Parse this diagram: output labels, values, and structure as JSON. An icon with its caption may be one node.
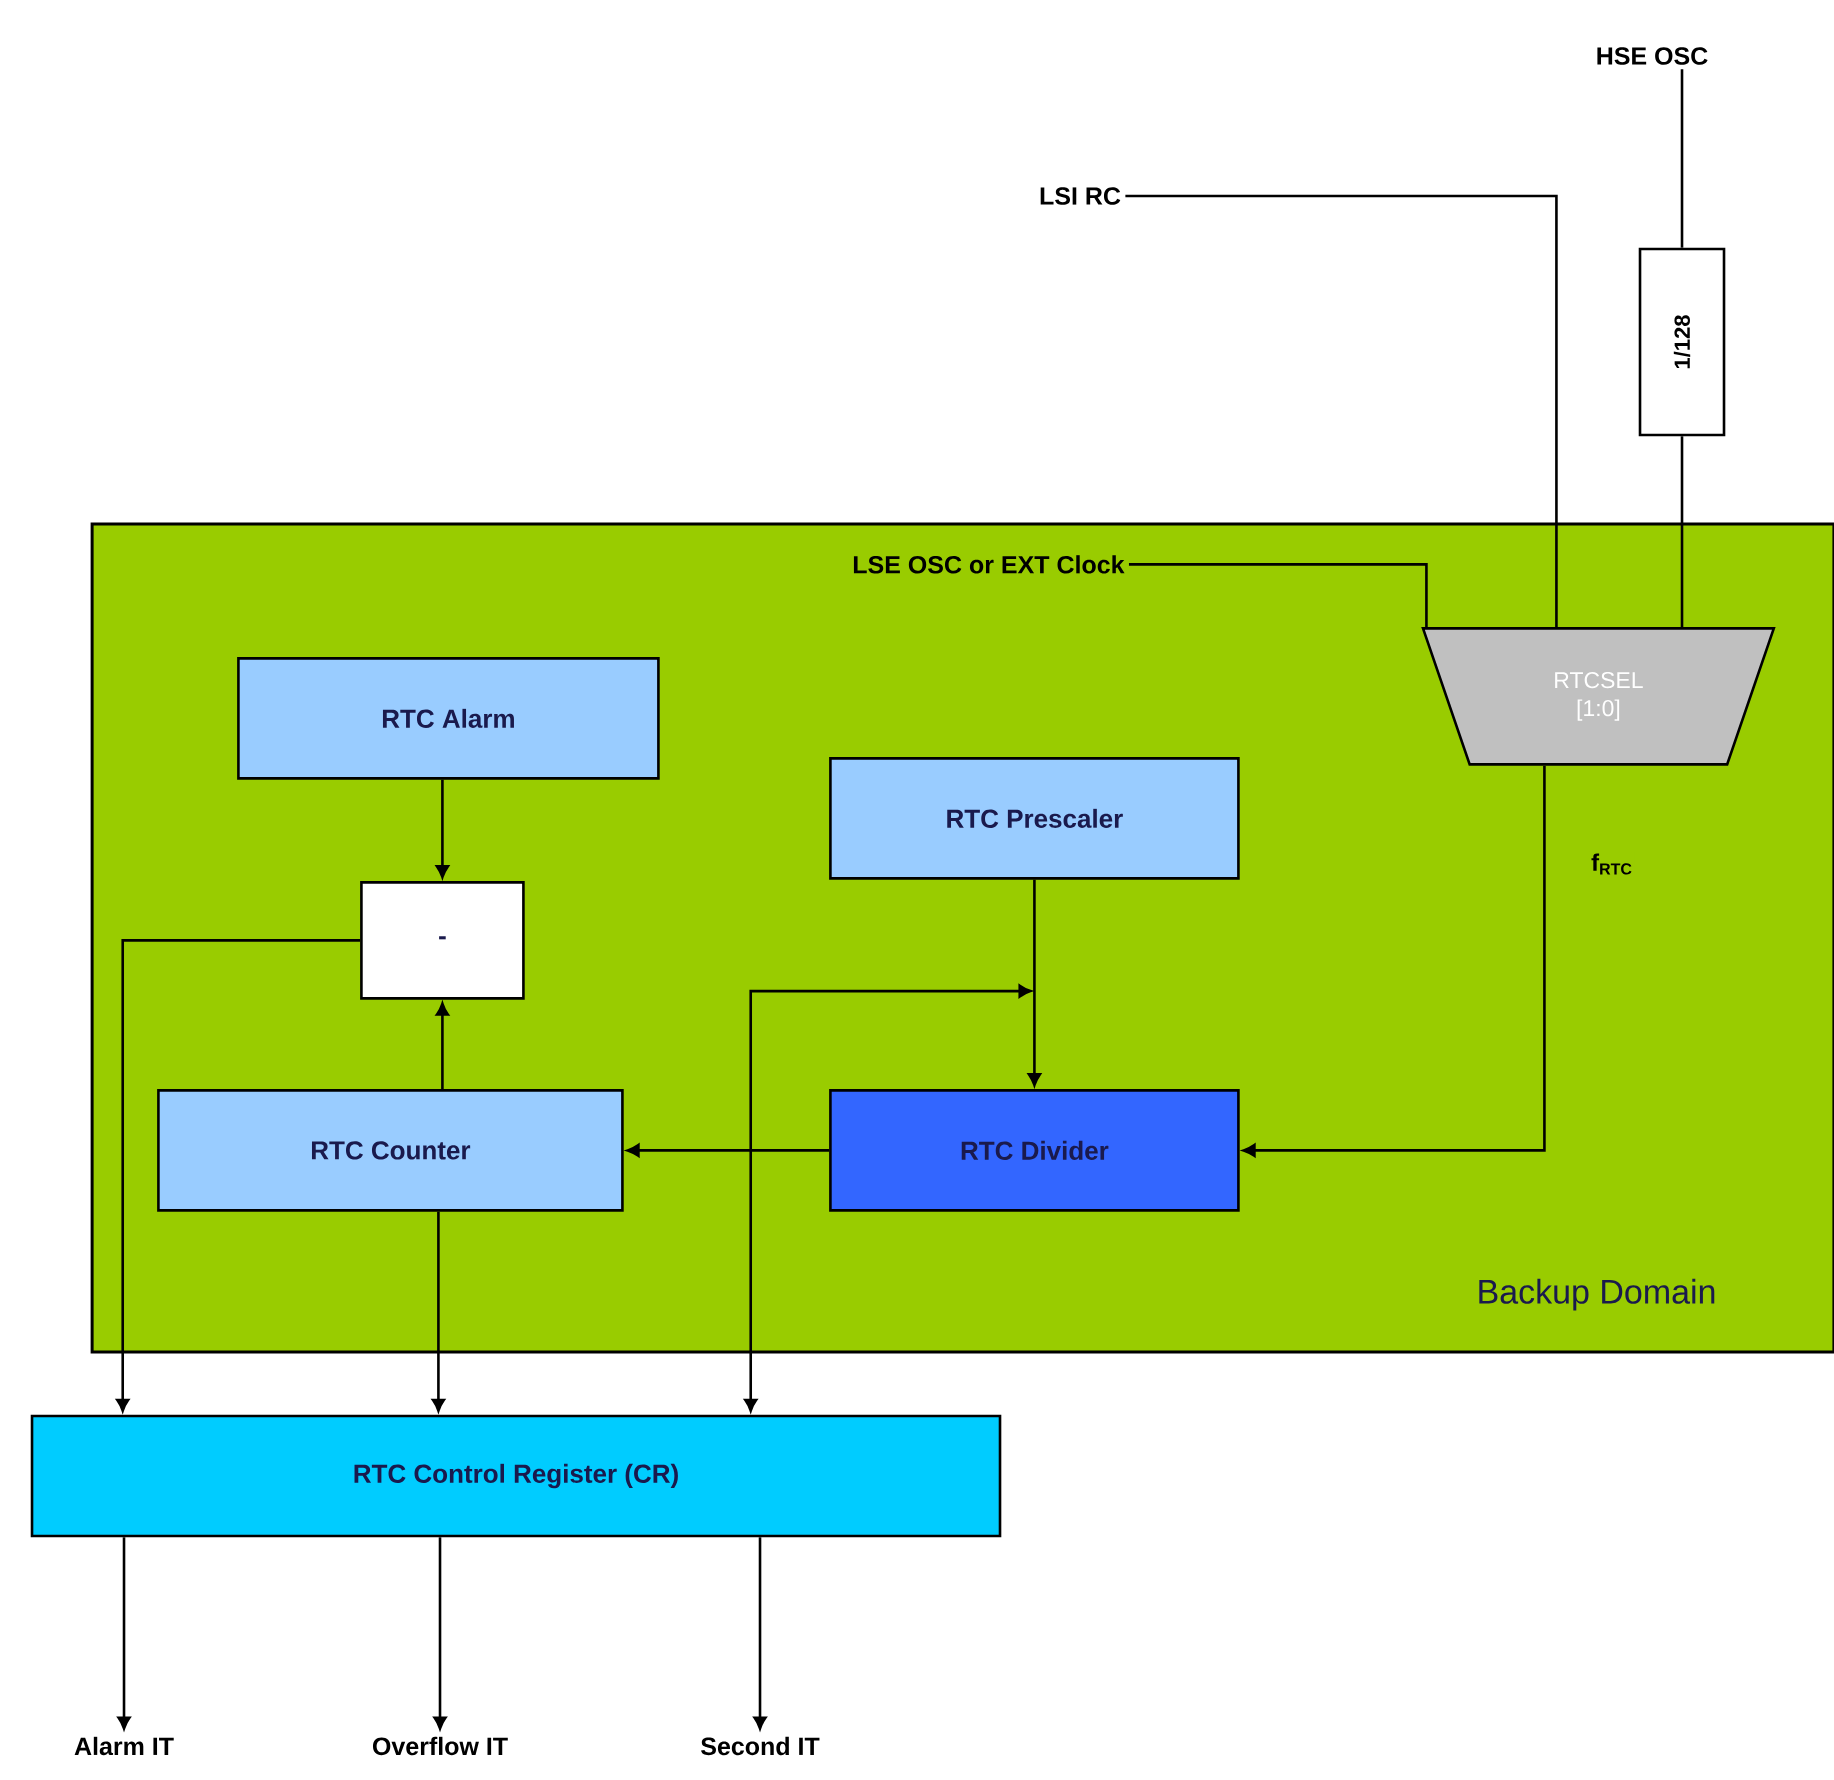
{
  "diagram": {
    "nodes": [
      {
        "text": [
          "Backup Domain"
        ]
      },
      {
        "text": [
          "HSE OSC"
        ]
      },
      {
        "text": [
          "LSI RC"
        ]
      },
      {
        "text": [
          "1/128"
        ]
      },
      {
        "text": [
          "LSE OSC or EXT Clock"
        ],
        "in": 0
      },
      {
        "text": [
          "RTCSEL [1:0]"
        ],
        "in": 0
      },
      {
        "text": [
          "RTC Alarm"
        ],
        "in": 0
      },
      {
        "text": [
          "-"
        ],
        "in": 0
      },
      {
        "text": [
          "RTC Prescaler"
        ],
        "in": 0
      },
      {
        "text": [
          "RTC Counter"
        ],
        "in": 0
      },
      {
        "text": [
          "RTC Divider"
        ],
        "in": 0
      },
      {
        "text": [
          "RTC Control Register (CR)"
        ]
      },
      {
        "text": [
          "Alarm IT"
        ]
      },
      {
        "text": [
          "Overflow IT"
        ]
      },
      {
        "text": [
          "Second IT"
        ]
      }
    ],
    "edges": [
      {
        "from": 1,
        "to": 3,
        "arrow": "none"
      },
      {
        "from": 3,
        "to": 5,
        "arrow": "none"
      },
      {
        "from": 2,
        "to": 5,
        "arrow": "none"
      },
      {
        "from": 4,
        "to": 5,
        "arrow": "none"
      },
      {
        "from": 5,
        "to": 10,
        "arrow": "to",
        "label": "f$_{RTC}$"
      },
      {
        "from": 6,
        "to": 7,
        "arrow": "to"
      },
      {
        "from": 9,
        "to": 7,
        "arrow": "to"
      },
      {
        "from": 7,
        "to": 11,
        "arrow": "to"
      },
      {
        "from": 8,
        "to": 10,
        "arrow": "to"
      },
      {
        "from": 10,
        "to": 9,
        "arrow": "to"
      },
      {
        "from": 9,
        "to": 11,
        "arrow": "to"
      },
      {
        "from": 10,
        "to": 11,
        "arrow": "both"
      },
      {
        "from": 11,
        "to": 12,
        "arrow": "to"
      },
      {
        "from": 11,
        "to": 13,
        "arrow": "to"
      },
      {
        "from": 11,
        "to": 14,
        "arrow": "to"
      }
    ]
  }
}
